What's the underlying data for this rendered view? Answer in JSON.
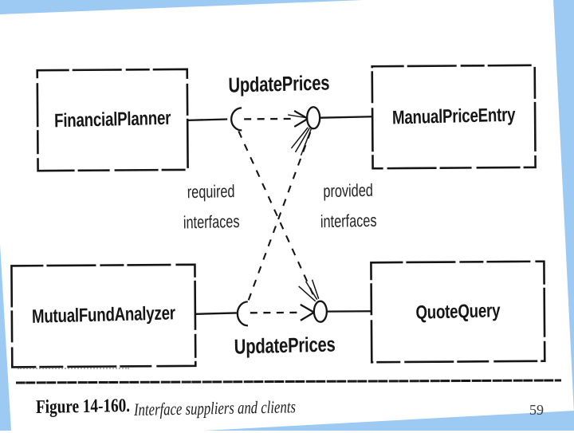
{
  "colors": {
    "background_blue": "#9ccaf2",
    "ink": "#161616"
  },
  "slide": {
    "page_number": "59"
  },
  "caption": {
    "label": "Figure 14-160.",
    "title": "Interface suppliers and clients"
  },
  "diagram": {
    "boxes": {
      "financial_planner": "FinancialPlanner",
      "manual_price_entry": "ManualPriceEntry",
      "mutual_fund_analyzer": "MutualFundAnalyzer",
      "quote_query": "QuoteQuery"
    },
    "interface_labels": {
      "top": "UpdatePrices",
      "bottom": "UpdatePrices"
    },
    "annotations": {
      "required_line1": "required",
      "required_line2": "interfaces",
      "provided_line1": "provided",
      "provided_line2": "interfaces"
    }
  }
}
